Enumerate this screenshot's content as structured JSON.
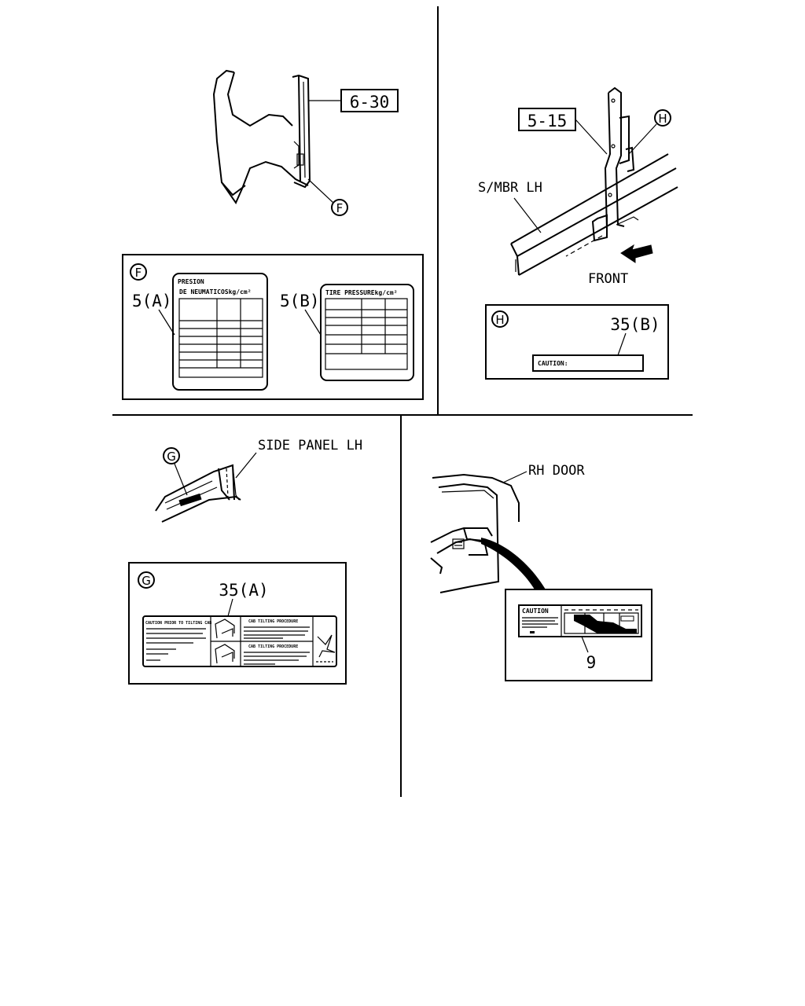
{
  "callouts": {
    "f": "F",
    "g": "G",
    "h": "H"
  },
  "refs": {
    "r630": "6-30",
    "r515": "5-15",
    "r5a": "5(A)",
    "r5b": "5(B)",
    "r35a": "35(A)",
    "r35b": "35(B)",
    "r9": "9"
  },
  "parts": {
    "smbr": "S/MBR LH",
    "front": "FRONT",
    "side_panel": "SIDE PANEL LH",
    "rh_door": "RH DOOR"
  },
  "labels": {
    "label_5a_line1": "PRESION",
    "label_5a_line2": "DE NEUMATICOSkg/cm²",
    "label_5b_title": "TIRE PRESSUREkg/cm²",
    "caution_35b": "CAUTION:",
    "caution_9": "CAUTION",
    "label_35a_left": "CAUTION PRIOR TO TILTING CAB",
    "label_35a_mid1": "CAB TILTING PROCEDURE",
    "label_35a_mid2": "CAB TILTING PROCEDURE"
  }
}
